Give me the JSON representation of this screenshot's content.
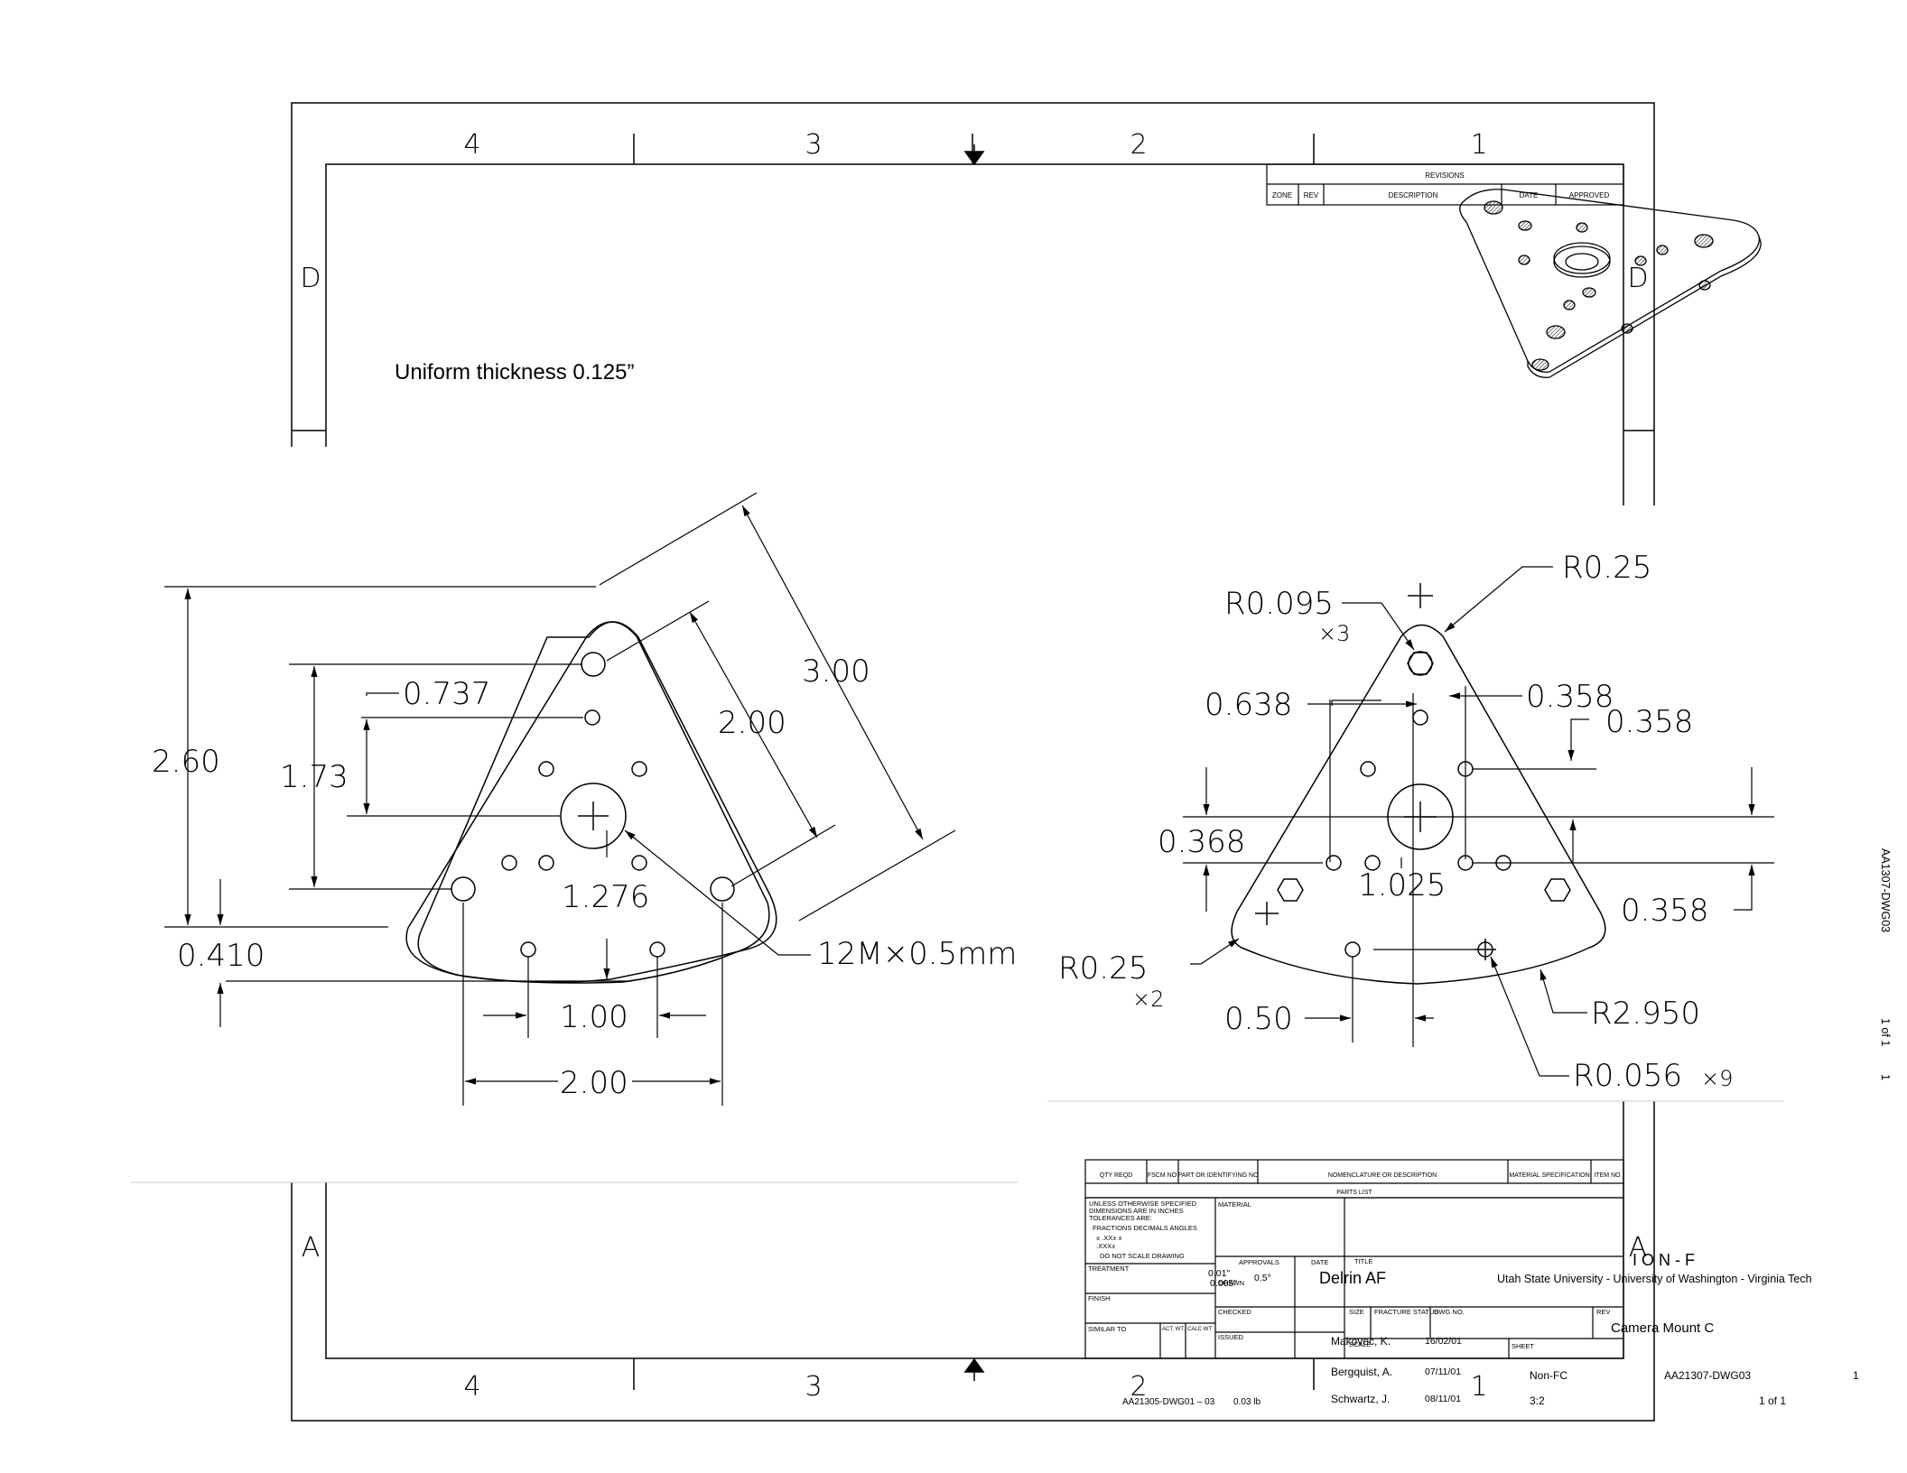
{
  "note": "Uniform thickness 0.125”",
  "frame": {
    "zones_top": [
      "4",
      "3",
      "2",
      "1"
    ],
    "zones_bottom": [
      "4",
      "3",
      "2",
      "1"
    ],
    "rows_left": [
      "D",
      "A"
    ],
    "rows_right": [
      "D",
      "A"
    ]
  },
  "revisions": {
    "title": "REVISIONS",
    "columns": [
      "ZONE",
      "REV",
      "DESCRIPTION",
      "DATE",
      "APPROVED"
    ]
  },
  "view_left": {
    "dims": [
      "2.60",
      "1.73",
      "0.737",
      "0.410",
      "3.00",
      "2.00",
      "1.276",
      "1.00",
      "2.00"
    ],
    "callout": "12M×0.5mm"
  },
  "view_right": {
    "dims": [
      "R0.095",
      "×3",
      "R0.25",
      "0.638",
      "0.358",
      "0.358",
      "0.368",
      "1.025",
      "0.358",
      "R0.25",
      "×2",
      "0.50",
      "R2.950",
      "R0.056",
      "×9"
    ]
  },
  "parts_list": {
    "headers": [
      "QTY REQD",
      "FSCM NO",
      "PART OR IDENTIFYING NO",
      "NOMENCLATURE OR DESCRIPTION",
      "MATERIAL SPECIFICATION",
      "ITEM NO"
    ],
    "label": "PARTS LIST"
  },
  "title_block": {
    "tolerance_lines": [
      "UNLESS OTHERWISE SPECIFIED",
      "DIMENSIONS ARE IN INCHES",
      "TOLERANCES ARE:",
      "FRACTIONS  DECIMALS  ANGLES",
      "±      .XX±      ±",
      "        .XXX±",
      "DO NOT SCALE DRAWING"
    ],
    "material_label": "MATERIAL",
    "treatment_label": "TREATMENT",
    "finish_label": "FINISH",
    "similar_label": "SIMILAR TO",
    "act_wt_label": "ACT. WT.",
    "calc_wt_label": "CALC WT",
    "approvals_label": "APPROVALS",
    "date_label": "DATE",
    "drawn_label": "DRAWN",
    "checked_label": "CHECKED",
    "issued_label": "ISSUED",
    "title_label": "TITLE",
    "size_label": "SIZE",
    "fracture_label": "FRACTURE STATUS",
    "dwg_label": "DWG NO.",
    "rev_label": "REV",
    "scale_label": "SCALE",
    "sheet_label": "SHEET",
    "tol1": "0.01\"",
    "tol2": "0.005\"",
    "tol3": "0.5°",
    "material": "Delrin AF",
    "org_name": "I O N - F",
    "org_sub": "Utah State University - University of Washington - Virginia Tech",
    "part_title": "Camera Mount C",
    "drawn_by": "Makovec, K.",
    "drawn_date": "16/02/01",
    "checked_by": "Bergquist, A.",
    "checked_date": "07/11/01",
    "issued_by": "Schwartz, J.",
    "issued_date": "08/11/01",
    "fracture": "Non-FC",
    "scale": "3:2",
    "dwg_no": "AA21307-DWG03",
    "rev": "1",
    "sheet": "1 of 1",
    "similar": "AA21305-DWG01 – 03",
    "weight": "0.03 lb"
  },
  "side_strip": {
    "dwg": "AA1307-DWG03",
    "sheet": "1 of 1",
    "rev": "1"
  }
}
